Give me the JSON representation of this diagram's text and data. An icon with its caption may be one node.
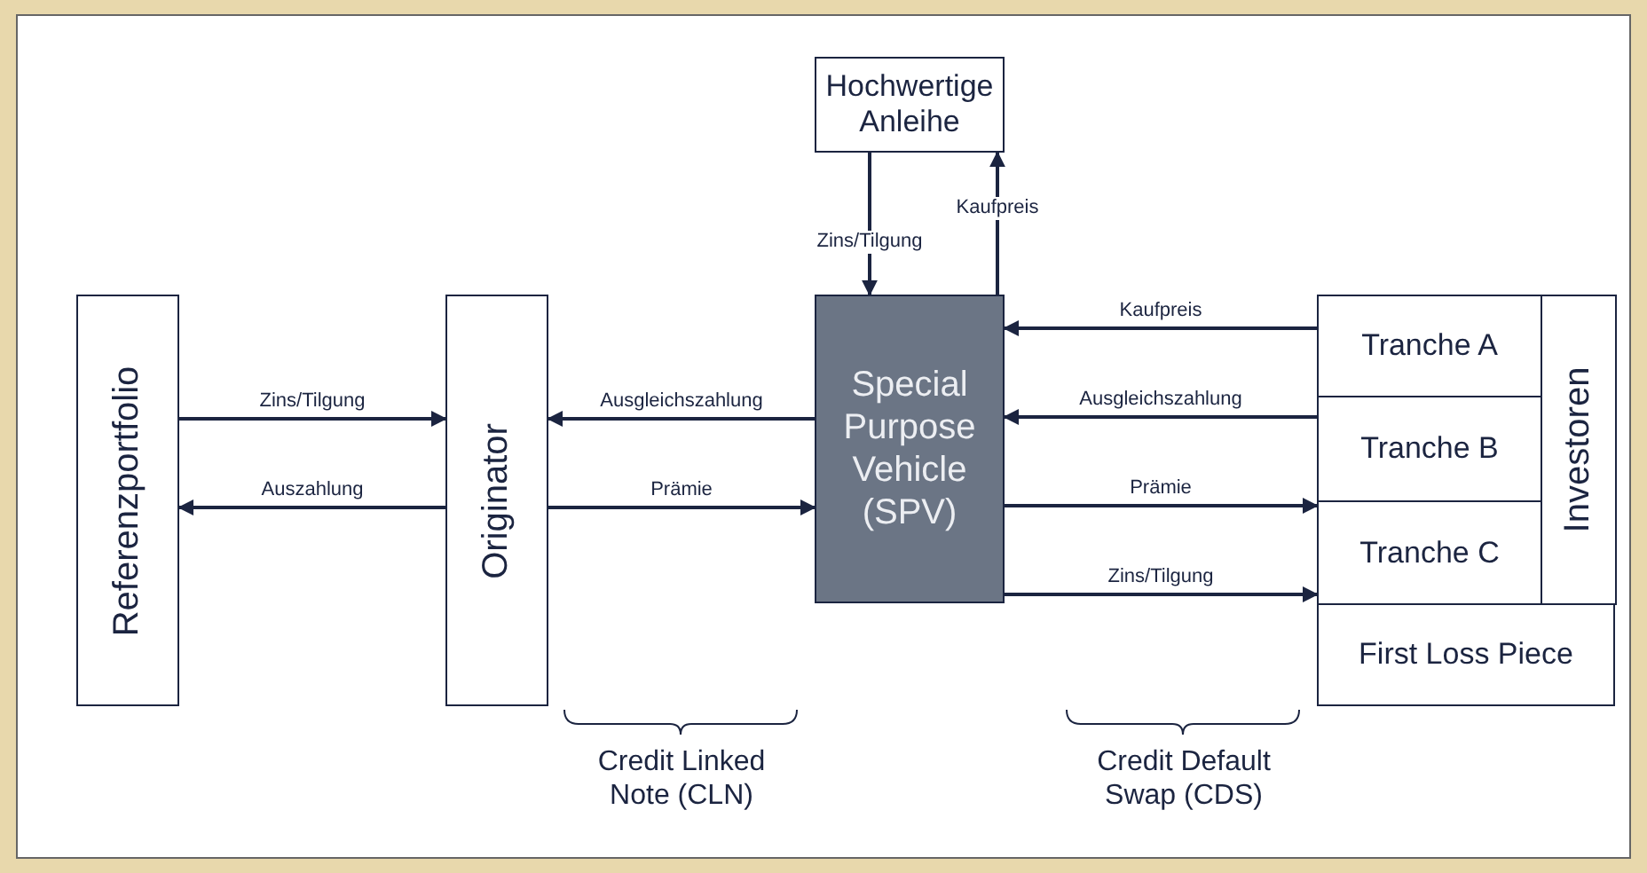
{
  "diagram": {
    "nodes": [
      {
        "text": [
          "Hochwertige Anleihe"
        ]
      },
      {
        "text": [
          "Referenzportfolio"
        ]
      },
      {
        "text": [
          "Originator"
        ]
      },
      {
        "text": [
          "Special Purpose Vehicle (SPV)"
        ]
      },
      {
        "text": [],
        "shape": "box"
      },
      {
        "text": [
          "Tranche A"
        ],
        "in": 4
      },
      {
        "text": [
          "Tranche B"
        ],
        "in": 4
      },
      {
        "text": [
          "Tranche C"
        ],
        "in": 4
      },
      {
        "text": [
          "Investoren"
        ],
        "in": 4
      },
      {
        "text": [
          "First Loss Piece"
        ],
        "in": 4
      }
    ],
    "edges": [
      {
        "from": 1,
        "to": 2,
        "arrow": "to",
        "label": "Zins/Tilgung"
      },
      {
        "from": 2,
        "to": 1,
        "arrow": "to",
        "label": "Auszahlung"
      },
      {
        "from": 3,
        "to": 2,
        "arrow": "to",
        "label": "Ausgleichszahlung"
      },
      {
        "from": 2,
        "to": 3,
        "arrow": "to",
        "label": "Prämie"
      },
      {
        "from": 0,
        "to": 3,
        "arrow": "to",
        "label": "Zins/Tilgung"
      },
      {
        "from": 3,
        "to": 0,
        "arrow": "to",
        "label": "Kaufpreis"
      },
      {
        "from": 4,
        "to": 3,
        "arrow": "to",
        "label": "Kaufpreis"
      },
      {
        "from": 4,
        "to": 3,
        "arrow": "to",
        "label": "Ausgleichszahlung"
      },
      {
        "from": 3,
        "to": 4,
        "arrow": "to",
        "label": "Prämie"
      },
      {
        "from": 3,
        "to": 4,
        "arrow": "to",
        "label": "Zins/Tilgung"
      }
    ],
    "labels": [
      "Credit Linked Note (CLN)",
      "Credit Default Swap (CDS)"
    ]
  }
}
